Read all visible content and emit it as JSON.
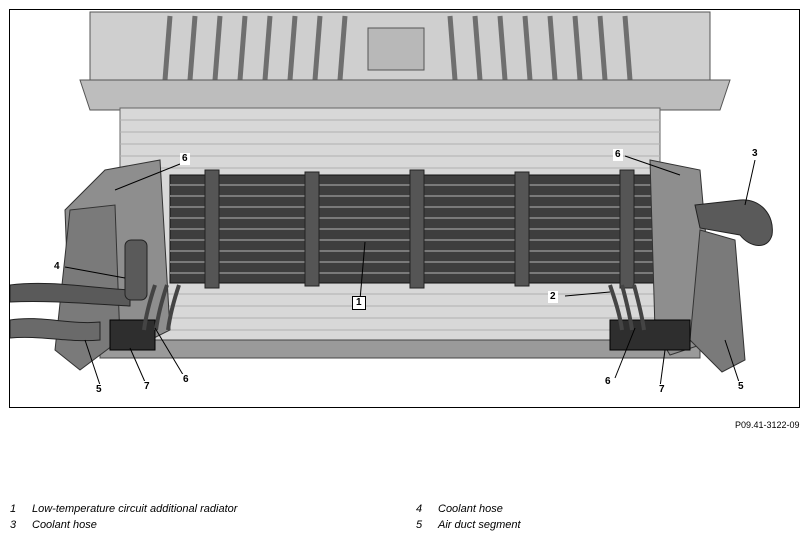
{
  "figure": {
    "callouts": {
      "c1": "1",
      "c2": "2",
      "c3": "3",
      "c4": "4",
      "c5_left": "5",
      "c5_right": "5",
      "c6_top_left": "6",
      "c6_top_right": "6",
      "c6_bottom_left": "6",
      "c6_bottom_right": "6",
      "c7_left": "7",
      "c7_right": "7"
    },
    "reference": "P09.41-3122-09"
  },
  "legend": [
    {
      "number": "1",
      "text": "Low-temperature circuit additional radiator"
    },
    {
      "number": "3",
      "text": "Coolant hose"
    },
    {
      "number": "4",
      "text": "Coolant hose"
    },
    {
      "number": "5",
      "text": "Air duct segment"
    }
  ]
}
